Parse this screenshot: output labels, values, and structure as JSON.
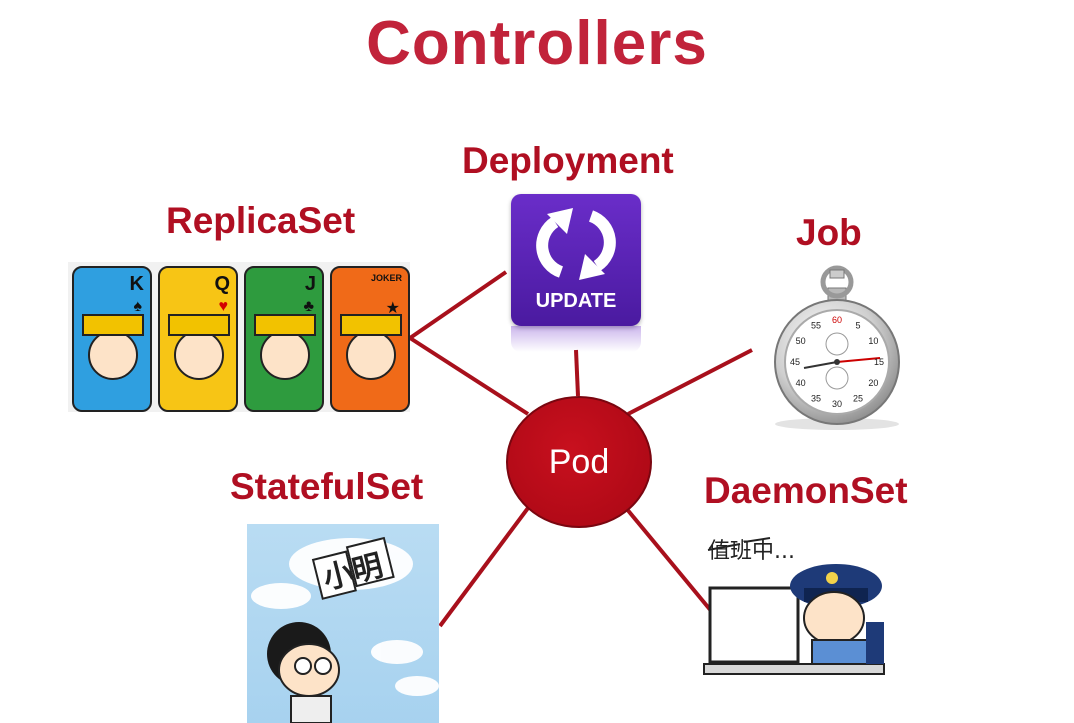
{
  "title": "Controllers",
  "center": {
    "label": "Pod"
  },
  "nodes": {
    "deployment": {
      "label": "Deployment",
      "icon": "update-icon",
      "icon_text": "UPDATE"
    },
    "replicaset": {
      "label": "ReplicaSet",
      "icon": "playing-cards-image",
      "cards": [
        {
          "rank": "K",
          "suit": "♠",
          "bg": "#2f9fe0"
        },
        {
          "rank": "Q",
          "suit": "♥",
          "bg": "#f7c515"
        },
        {
          "rank": "J",
          "suit": "♣",
          "bg": "#2e9b3e"
        },
        {
          "rank": "JOKER",
          "suit": "★",
          "bg": "#f06a18"
        }
      ]
    },
    "job": {
      "label": "Job",
      "icon": "stopwatch-icon",
      "dial_numbers": [
        "60",
        "5",
        "10",
        "15",
        "20",
        "25",
        "30",
        "35",
        "40",
        "45",
        "50",
        "55"
      ]
    },
    "statefulset": {
      "label": "StatefulSet",
      "icon": "cartoon-boy-image",
      "sign_text": "小明"
    },
    "daemonset": {
      "label": "DaemonSet",
      "icon": "police-on-duty-image",
      "caption": "值班中..."
    }
  },
  "colors": {
    "title": "#c1233a",
    "label": "#b00f22",
    "line": "#a8101c",
    "pod": "#b20a18"
  }
}
